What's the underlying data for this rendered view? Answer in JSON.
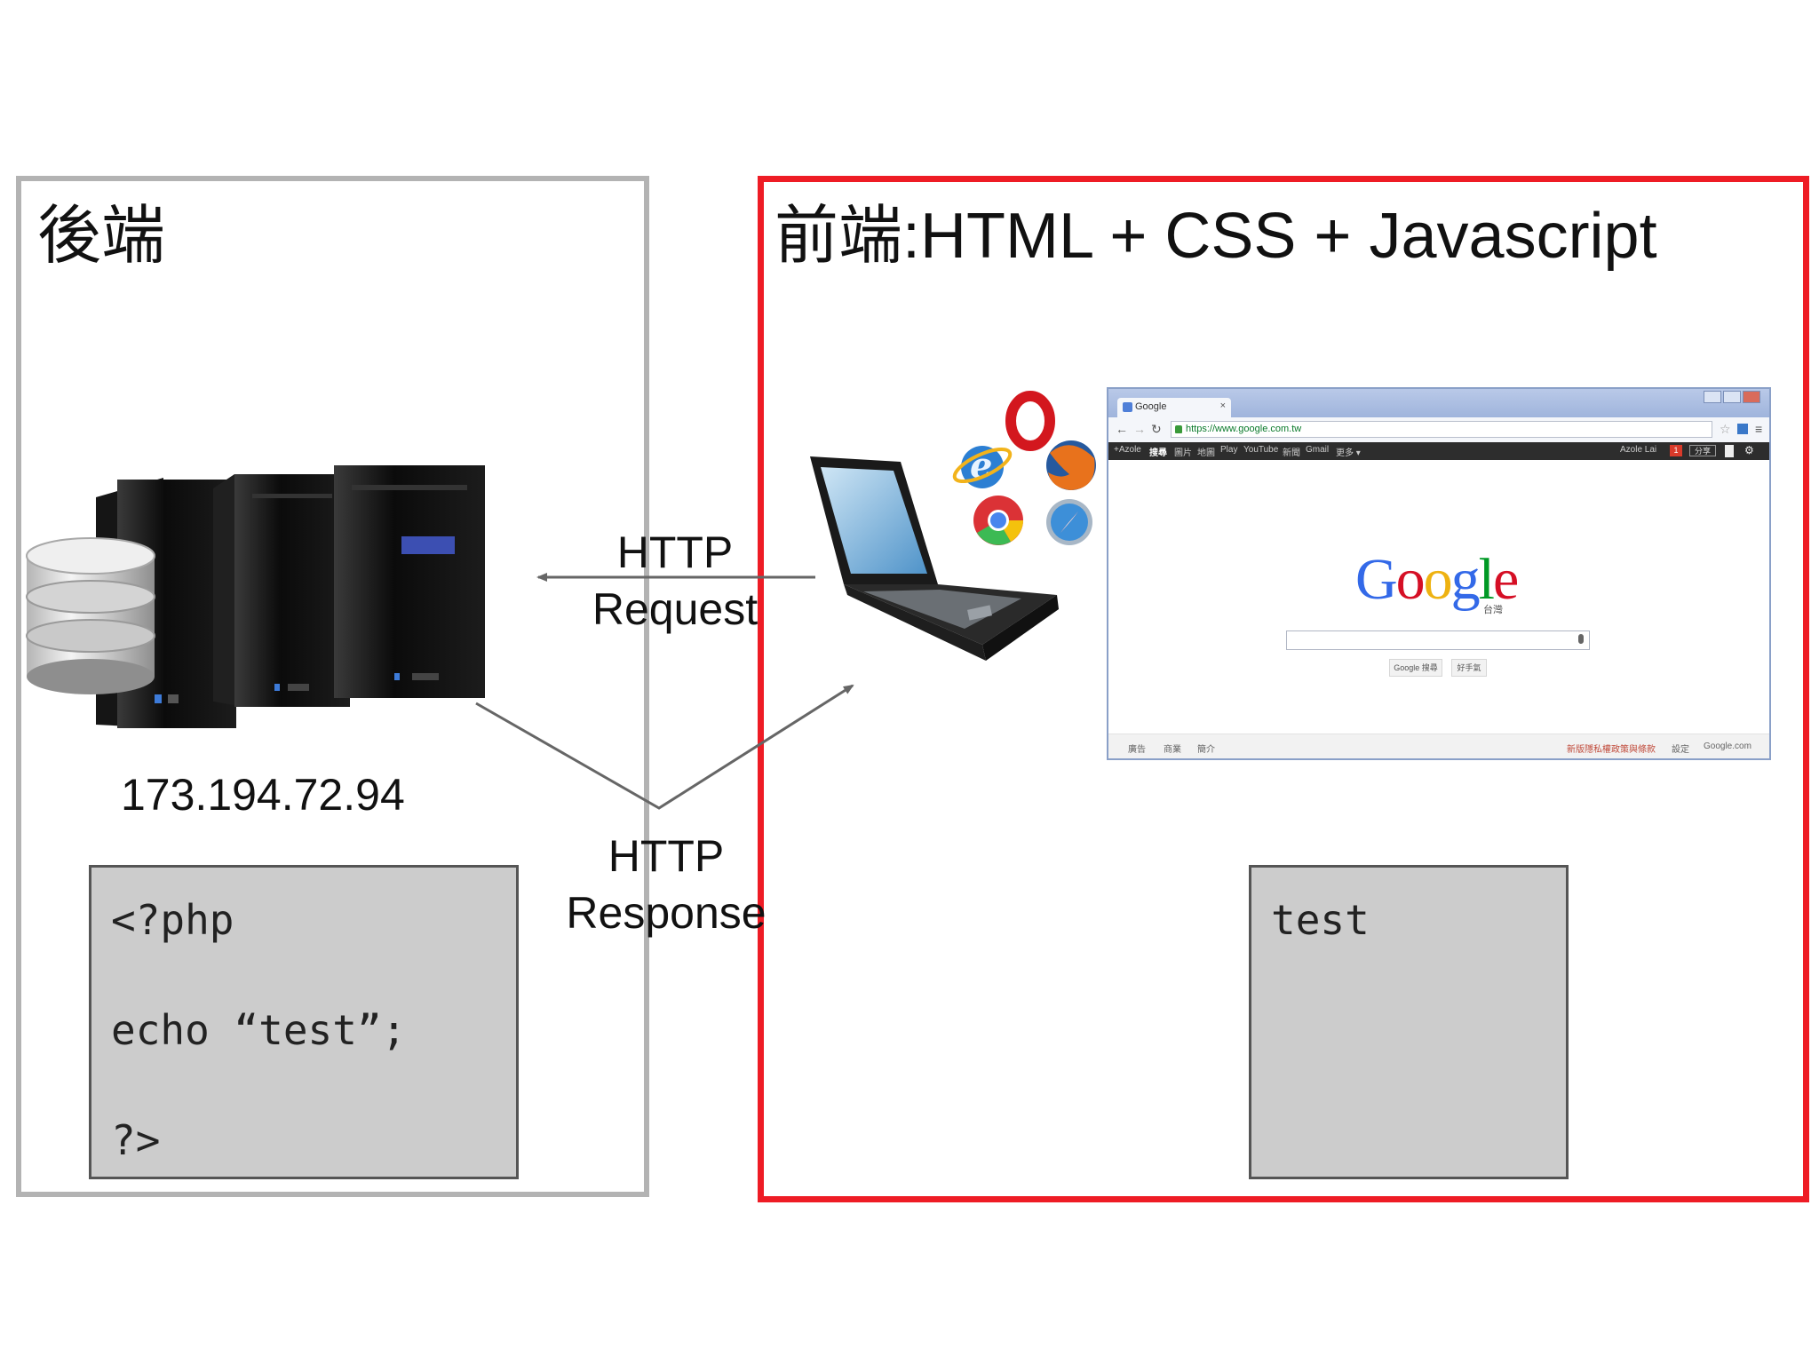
{
  "backend": {
    "title": "後端",
    "ip": "173.194.72.94",
    "code_lines": [
      "<?php",
      "echo “test”;",
      "?>"
    ]
  },
  "frontend": {
    "title": "前端:HTML + CSS + Javascript",
    "output": "test"
  },
  "arrows": {
    "request_label": [
      "HTTP",
      "Request"
    ],
    "response_label": [
      "HTTP",
      "Response"
    ]
  },
  "browser": {
    "tab_title": "Google",
    "tab_close": "×",
    "url": "https://www.google.com.tw",
    "google_bar": [
      "+Azole",
      "搜尋",
      "圖片",
      "地圖",
      "Play",
      "YouTube",
      "新聞",
      "Gmail",
      "更多 ▾"
    ],
    "user_name": "Azole Lai",
    "notification_count": "1",
    "share_label": "分享",
    "logo_letters": [
      "G",
      "o",
      "o",
      "g",
      "l",
      "e"
    ],
    "logo_colors": [
      "#3369e8",
      "#d50f25",
      "#eeb211",
      "#3369e8",
      "#009925",
      "#d50f25"
    ],
    "region": "台灣",
    "buttons": [
      "Google 搜尋",
      "好手氣"
    ],
    "footer_left": [
      "廣告",
      "商業",
      "簡介"
    ],
    "footer_right": [
      "新版隱私權政策與條款",
      "設定",
      "Google.com"
    ]
  },
  "colors": {
    "frontend_border": "#ee1c25",
    "backend_border": "#b3b3b3",
    "code_box": "#cccccc",
    "arrow": "#666666"
  },
  "icons": [
    "database-icon",
    "server-tower-icon",
    "laptop-icon",
    "opera-icon",
    "internet-explorer-icon",
    "firefox-icon",
    "chrome-icon",
    "safari-icon"
  ]
}
